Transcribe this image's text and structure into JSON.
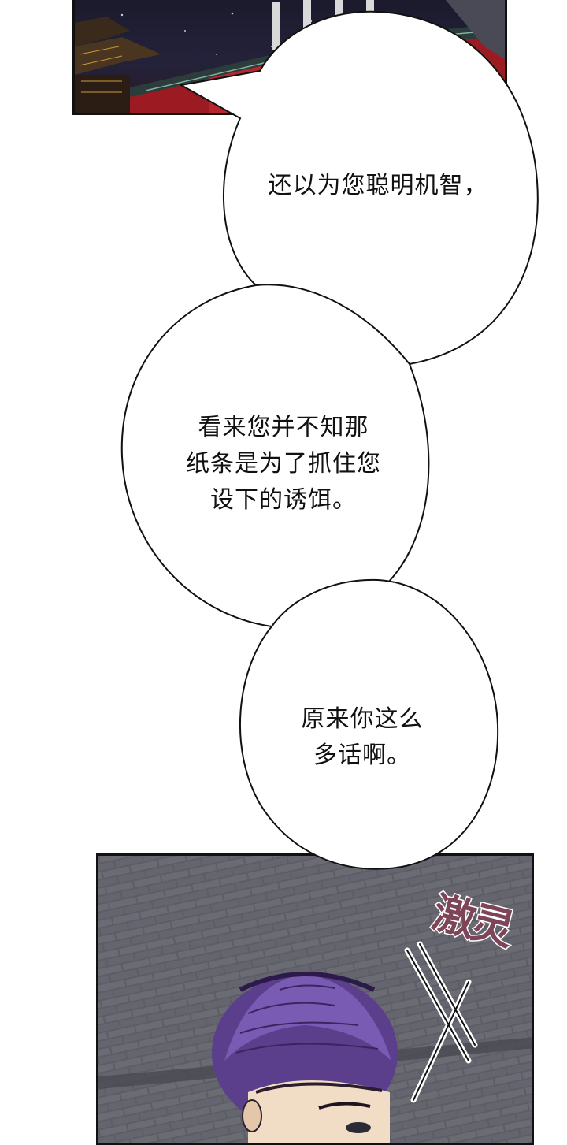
{
  "dialogue": {
    "bubble_1": "还以为您聪明机智，",
    "bubble_2": "看来您并不知那\n纸条是为了抓住您\n设下的诱饵。",
    "bubble_3": "原来你这么\n多话啊。"
  },
  "sound_effect": "激灵",
  "colors": {
    "ink": "#111111",
    "palace_red": "#9c1b22",
    "night_sky": "#1e1d31",
    "hair_purple": "#6a4c9a",
    "sfx_mauve": "#7e4458",
    "pavement_gray": "#5b5b63"
  }
}
